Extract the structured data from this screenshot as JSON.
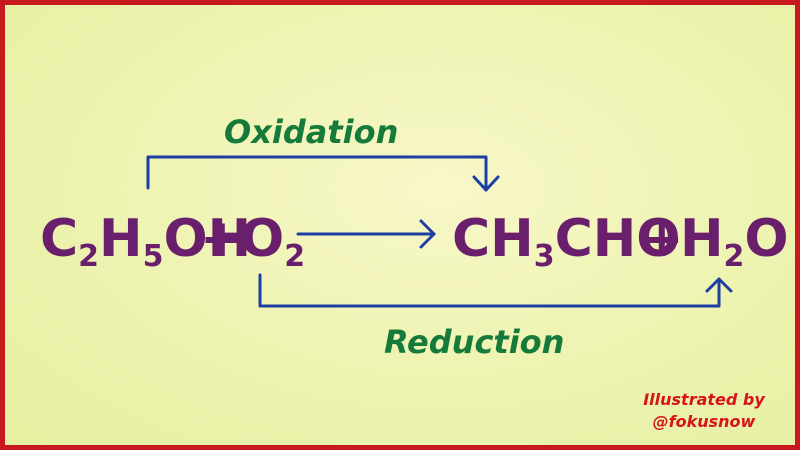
{
  "equation": {
    "reactant1": {
      "c": "C",
      "c_sub": "2",
      "h": "H",
      "h_sub": "5",
      "oh": "OH"
    },
    "plus1": "+",
    "reactant2": {
      "o": "O",
      "o_sub": "2"
    },
    "product1": {
      "ch": "CH",
      "ch_sub": "3",
      "cho": "CHO"
    },
    "plus2": "+",
    "product2": {
      "h": "H",
      "h_sub": "2",
      "o": "O"
    }
  },
  "labels": {
    "oxidation": "Oxidation",
    "reduction": "Reduction"
  },
  "credit": {
    "line1": "Illustrated by",
    "line2": "@fokusnow"
  },
  "colors": {
    "border": "#c8191e",
    "formula": "#6a1f6d",
    "arrow": "#1d3fa3",
    "label": "#157a3a",
    "credit": "#d8141a"
  }
}
